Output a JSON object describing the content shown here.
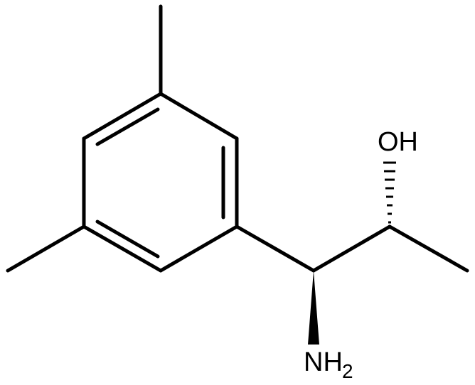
{
  "molecule": {
    "atom_labels": {
      "hydroxyl": "OH",
      "amine_main": "NH",
      "amine_subscript": "2"
    },
    "colors": {
      "bond": "#000000",
      "text": "#000000",
      "background": "#ffffff"
    },
    "stereo_bonds": {
      "to_amine": "wedge",
      "to_hydroxyl": "hash"
    }
  }
}
